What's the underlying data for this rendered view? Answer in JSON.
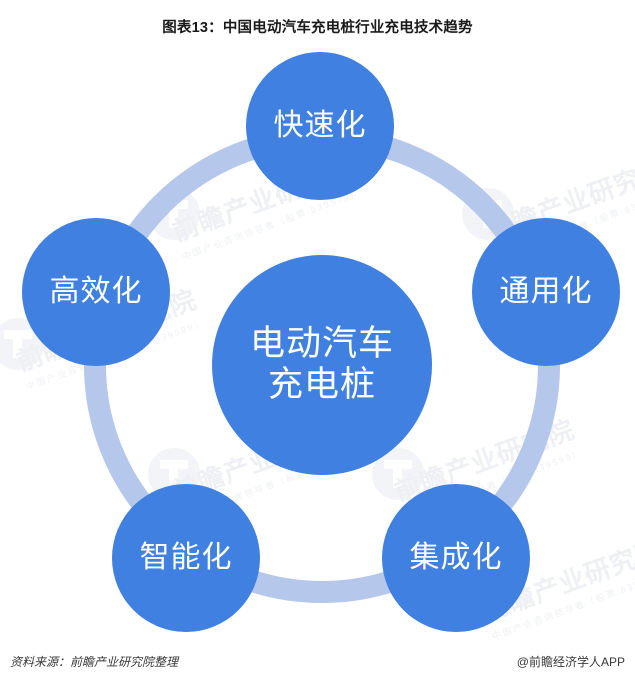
{
  "title": "图表13：中国电动汽车充电桩行业充电技术趋势",
  "colors": {
    "node_blue": "#4080e0",
    "ring_blue": "#b6c7ec",
    "background": "#ffffff",
    "title_text": "#1a1a1a",
    "node_text": "#ffffff"
  },
  "diagram": {
    "type": "hub-and-spoke-circle",
    "center": {
      "label_line1": "电动汽车",
      "label_line2": "充电桩"
    },
    "nodes": [
      {
        "id": "top",
        "label": "快速化",
        "position": "top"
      },
      {
        "id": "right",
        "label": "通用化",
        "position": "right"
      },
      {
        "id": "bright",
        "label": "集成化",
        "position": "bottom-right"
      },
      {
        "id": "bleft",
        "label": "智能化",
        "position": "bottom-left"
      },
      {
        "id": "left",
        "label": "高效化",
        "position": "left"
      }
    ]
  },
  "watermarks": {
    "main": "前瞻产业研究院",
    "sub": "中国产业咨询领导者（股票:839599）"
  },
  "footer": {
    "source": "资料来源：前瞻产业研究院整理",
    "brand": "@前瞻经济学人APP"
  }
}
